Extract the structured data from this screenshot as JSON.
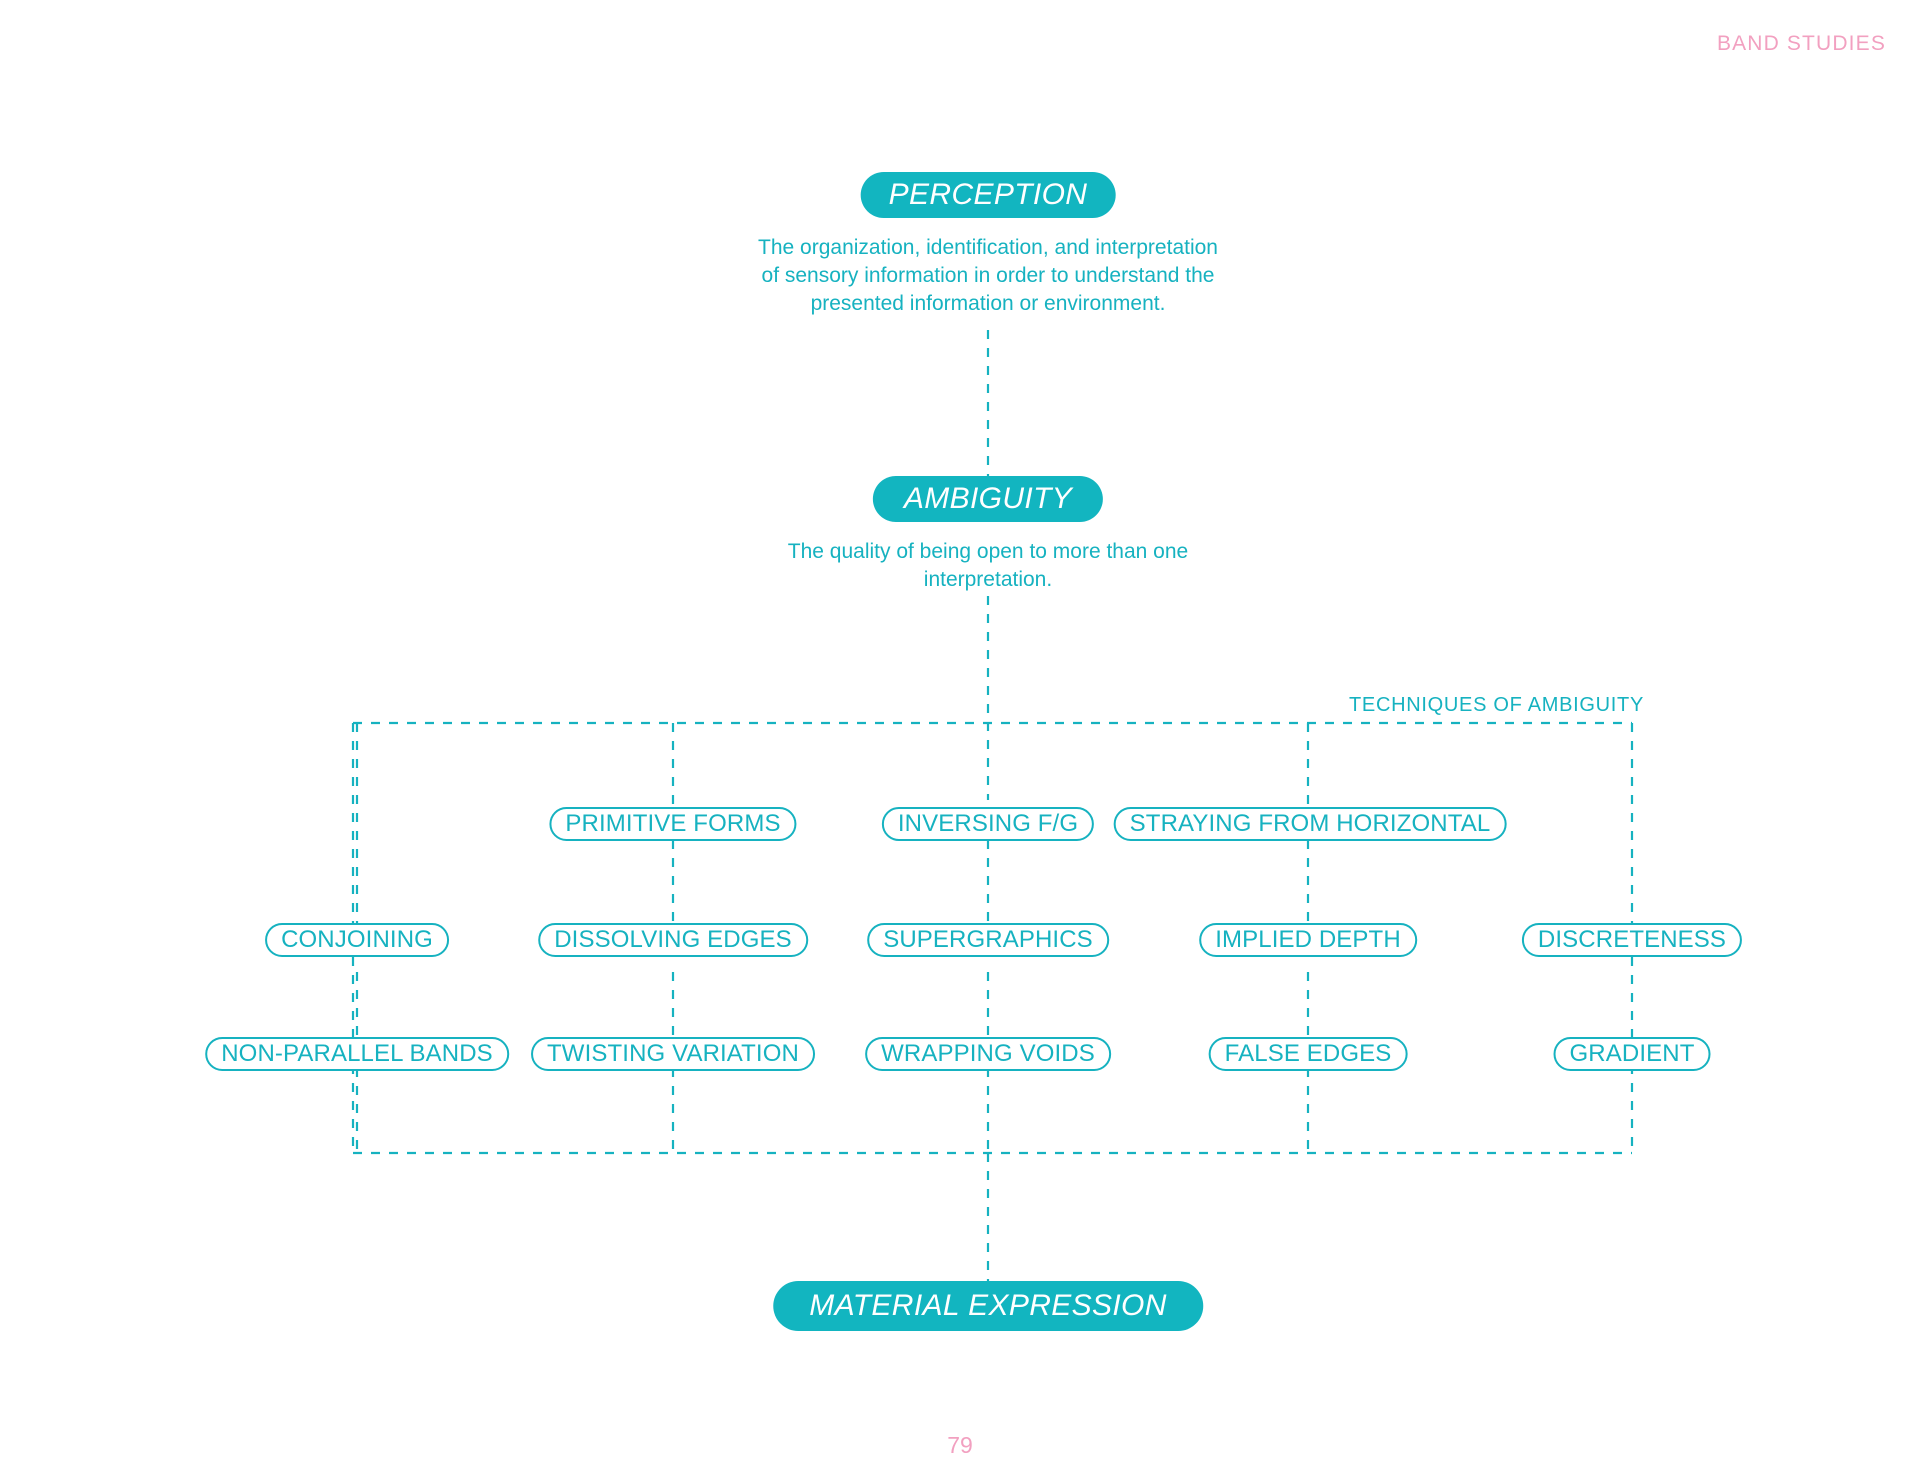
{
  "page": {
    "header_label": "BAND STUDIES",
    "page_number": "79",
    "accent_teal": "#16b2c0",
    "node_fill_teal": "#12b5c0",
    "accent_pink": "#f2a0c0",
    "background": "#ffffff"
  },
  "nodes": {
    "perception": {
      "label": "PERCEPTION",
      "description": "The organization, identification, and interpretation\nof sensory information in order to understand the\npresented information or environment."
    },
    "ambiguity": {
      "label": "AMBIGUITY",
      "description": "The quality of being open to more than one\ninterpretation."
    },
    "material_expression": {
      "label": "MATERIAL EXPRESSION"
    }
  },
  "techniques_group": {
    "label": "TECHNIQUES OF AMBIGUITY",
    "columns": [
      {
        "name": "column-1",
        "items": [
          {
            "label": "CONJOINING",
            "row": 2
          },
          {
            "label": "NON-PARALLEL BANDS",
            "row": 3
          }
        ]
      },
      {
        "name": "column-2",
        "items": [
          {
            "label": "PRIMITIVE FORMS",
            "row": 1
          },
          {
            "label": "DISSOLVING EDGES",
            "row": 2
          },
          {
            "label": "TWISTING VARIATION",
            "row": 3
          }
        ]
      },
      {
        "name": "column-3",
        "items": [
          {
            "label": "INVERSING F/G",
            "row": 1
          },
          {
            "label": "SUPERGRAPHICS",
            "row": 2
          },
          {
            "label": "WRAPPING VOIDS",
            "row": 3
          }
        ]
      },
      {
        "name": "column-4",
        "items": [
          {
            "label": "STRAYING FROM HORIZONTAL",
            "row": 1
          },
          {
            "label": "IMPLIED DEPTH",
            "row": 2
          },
          {
            "label": "FALSE EDGES",
            "row": 3
          }
        ]
      },
      {
        "name": "column-5",
        "items": [
          {
            "label": "DISCRETENESS",
            "row": 2
          },
          {
            "label": "GRADIENT",
            "row": 3
          }
        ]
      }
    ],
    "flat_items": [
      "PRIMITIVE FORMS",
      "INVERSING F/G",
      "STRAYING FROM HORIZONTAL",
      "CONJOINING",
      "DISSOLVING EDGES",
      "SUPERGRAPHICS",
      "IMPLIED DEPTH",
      "DISCRETENESS",
      "NON-PARALLEL BANDS",
      "TWISTING VARIATION",
      "WRAPPING VOIDS",
      "FALSE EDGES",
      "GRADIENT"
    ]
  }
}
